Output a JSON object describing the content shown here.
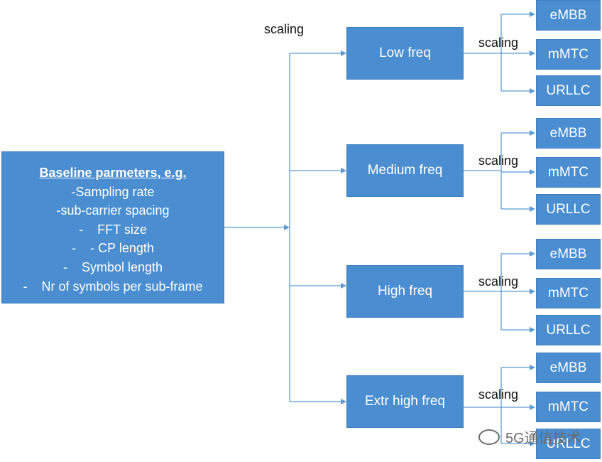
{
  "baseline": {
    "title": "Baseline parmeters, e.g.",
    "lines": [
      "-Sampling rate",
      "-sub-carrier spacing",
      "-    FFT size",
      "-    - CP length",
      "-    Symbol length",
      "-    Nr of symbols per sub-frame"
    ]
  },
  "scaling_label": "scaling",
  "freq_boxes": [
    {
      "label": "Low freq",
      "slices": [
        "eMBB",
        "mMTC",
        "URLLC"
      ]
    },
    {
      "label": "Medium freq",
      "slices": [
        "eMBB",
        "mMTC",
        "URLLC"
      ]
    },
    {
      "label": "High freq",
      "slices": [
        "eMBB",
        "mMTC",
        "URLLC"
      ]
    },
    {
      "label": "Extr high freq",
      "slices": [
        "eMBB",
        "mMTC",
        "URLLC"
      ]
    }
  ],
  "watermark": "5G通信技术",
  "colors": {
    "box": "#4a8dd0",
    "line": "#5b9bd5"
  }
}
